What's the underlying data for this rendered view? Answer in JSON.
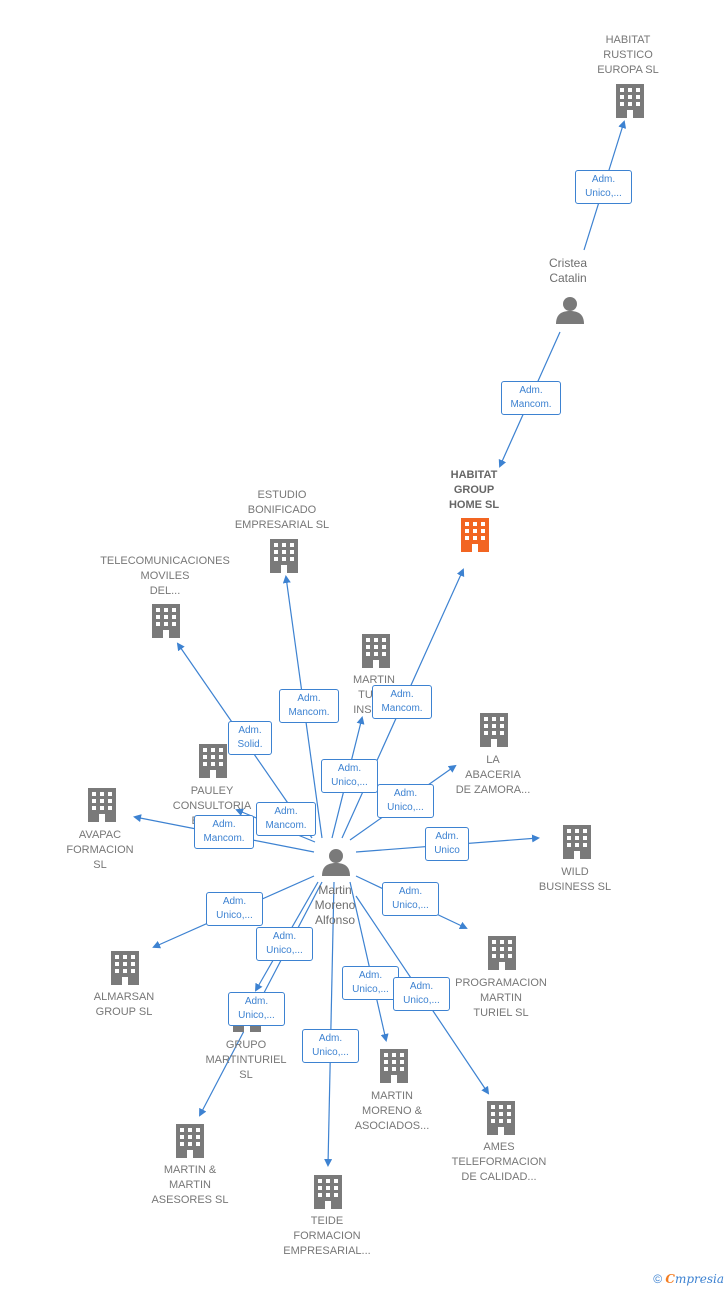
{
  "colors": {
    "edge": "#3d82d1",
    "node": "#7a7a7a",
    "highlight": "#f26522"
  },
  "center": {
    "name": "Martin Moreno Alfonso",
    "lines": [
      "Martin",
      "Moreno",
      "Alfonso"
    ]
  },
  "nodes": [
    {
      "id": "habitat-rustico",
      "type": "company",
      "lines": [
        "HABITAT",
        "RUSTICO",
        "EUROPA SL"
      ]
    },
    {
      "id": "cristea",
      "type": "person",
      "lines": [
        "Cristea",
        "Catalin"
      ]
    },
    {
      "id": "habitat-group",
      "type": "company-highlight",
      "lines": [
        "HABITAT",
        "GROUP",
        "HOME  SL"
      ]
    },
    {
      "id": "estudio",
      "type": "company",
      "lines": [
        "ESTUDIO",
        "BONIFICADO",
        "EMPRESARIAL SL"
      ]
    },
    {
      "id": "telecom",
      "type": "company",
      "lines": [
        "TELECOMUNICACIONES",
        "MOVILES",
        "DEL..."
      ]
    },
    {
      "id": "martin-turiel-ins",
      "type": "company",
      "lines": [
        "MARTIN",
        "TUR...",
        "INSUL..."
      ]
    },
    {
      "id": "la-abaceria",
      "type": "company",
      "lines": [
        "LA",
        "ABACERIA",
        "DE ZAMORA..."
      ]
    },
    {
      "id": "pauley",
      "type": "company",
      "lines": [
        "PAULEY",
        "CONSULTORIA",
        "EMPR..."
      ]
    },
    {
      "id": "avapac",
      "type": "company",
      "lines": [
        "AVAPAC",
        "FORMACION",
        "SL"
      ]
    },
    {
      "id": "wild",
      "type": "company",
      "lines": [
        "WILD",
        "BUSINESS SL"
      ]
    },
    {
      "id": "almarsan",
      "type": "company",
      "lines": [
        "ALMARSAN",
        "GROUP  SL"
      ]
    },
    {
      "id": "grupo-martinturiel",
      "type": "company",
      "lines": [
        "GRUPO",
        "MARTINTURIEL",
        "SL"
      ]
    },
    {
      "id": "programacion",
      "type": "company",
      "lines": [
        "PROGRAMACION",
        "MARTIN",
        "TURIEL  SL"
      ]
    },
    {
      "id": "martin-moreno-asoc",
      "type": "company",
      "lines": [
        "MARTIN",
        "MORENO &",
        "ASOCIADOS..."
      ]
    },
    {
      "id": "ames",
      "type": "company",
      "lines": [
        "AMES",
        "TELEFORMACION",
        "DE CALIDAD..."
      ]
    },
    {
      "id": "martin-martin",
      "type": "company",
      "lines": [
        "MARTIN &",
        "MARTIN",
        "ASESORES  SL"
      ]
    },
    {
      "id": "teide",
      "type": "company",
      "lines": [
        "TEIDE",
        "FORMACION",
        "EMPRESARIAL..."
      ]
    }
  ],
  "edge_labels": [
    {
      "id": "e-rustico",
      "lines": [
        "Adm.",
        "Unico,..."
      ]
    },
    {
      "id": "e-cristea",
      "lines": [
        "Adm.",
        "Mancom."
      ]
    },
    {
      "id": "e-estudio",
      "lines": [
        "Adm.",
        "Mancom."
      ]
    },
    {
      "id": "e-habitat-group",
      "lines": [
        "Adm.",
        "Mancom."
      ]
    },
    {
      "id": "e-telecom",
      "lines": [
        "Adm.",
        "Solid."
      ]
    },
    {
      "id": "e-martin-turiel",
      "lines": [
        "Adm.",
        "Unico,..."
      ]
    },
    {
      "id": "e-abaceria",
      "lines": [
        "Adm.",
        "Unico,..."
      ]
    },
    {
      "id": "e-pauley",
      "lines": [
        "Adm.",
        "Mancom."
      ]
    },
    {
      "id": "e-avapac",
      "lines": [
        "Adm.",
        "Mancom."
      ]
    },
    {
      "id": "e-wild",
      "lines": [
        "Adm.",
        "Unico"
      ]
    },
    {
      "id": "e-programacion",
      "lines": [
        "Adm.",
        "Unico,..."
      ]
    },
    {
      "id": "e-almarsan",
      "lines": [
        "Adm.",
        "Unico,..."
      ]
    },
    {
      "id": "e-grupo1",
      "lines": [
        "Adm.",
        "Unico,..."
      ]
    },
    {
      "id": "e-grupo2",
      "lines": [
        "Adm.",
        "Unico,..."
      ]
    },
    {
      "id": "e-moreno-asoc",
      "lines": [
        "Adm.",
        "Unico,..."
      ]
    },
    {
      "id": "e-ames",
      "lines": [
        "Adm.",
        "Unico,..."
      ]
    },
    {
      "id": "e-teide",
      "lines": [
        "Adm.",
        "Unico,..."
      ]
    }
  ],
  "footer": {
    "copyright": "©",
    "brand_first": "C",
    "brand_rest": "mpresia"
  }
}
